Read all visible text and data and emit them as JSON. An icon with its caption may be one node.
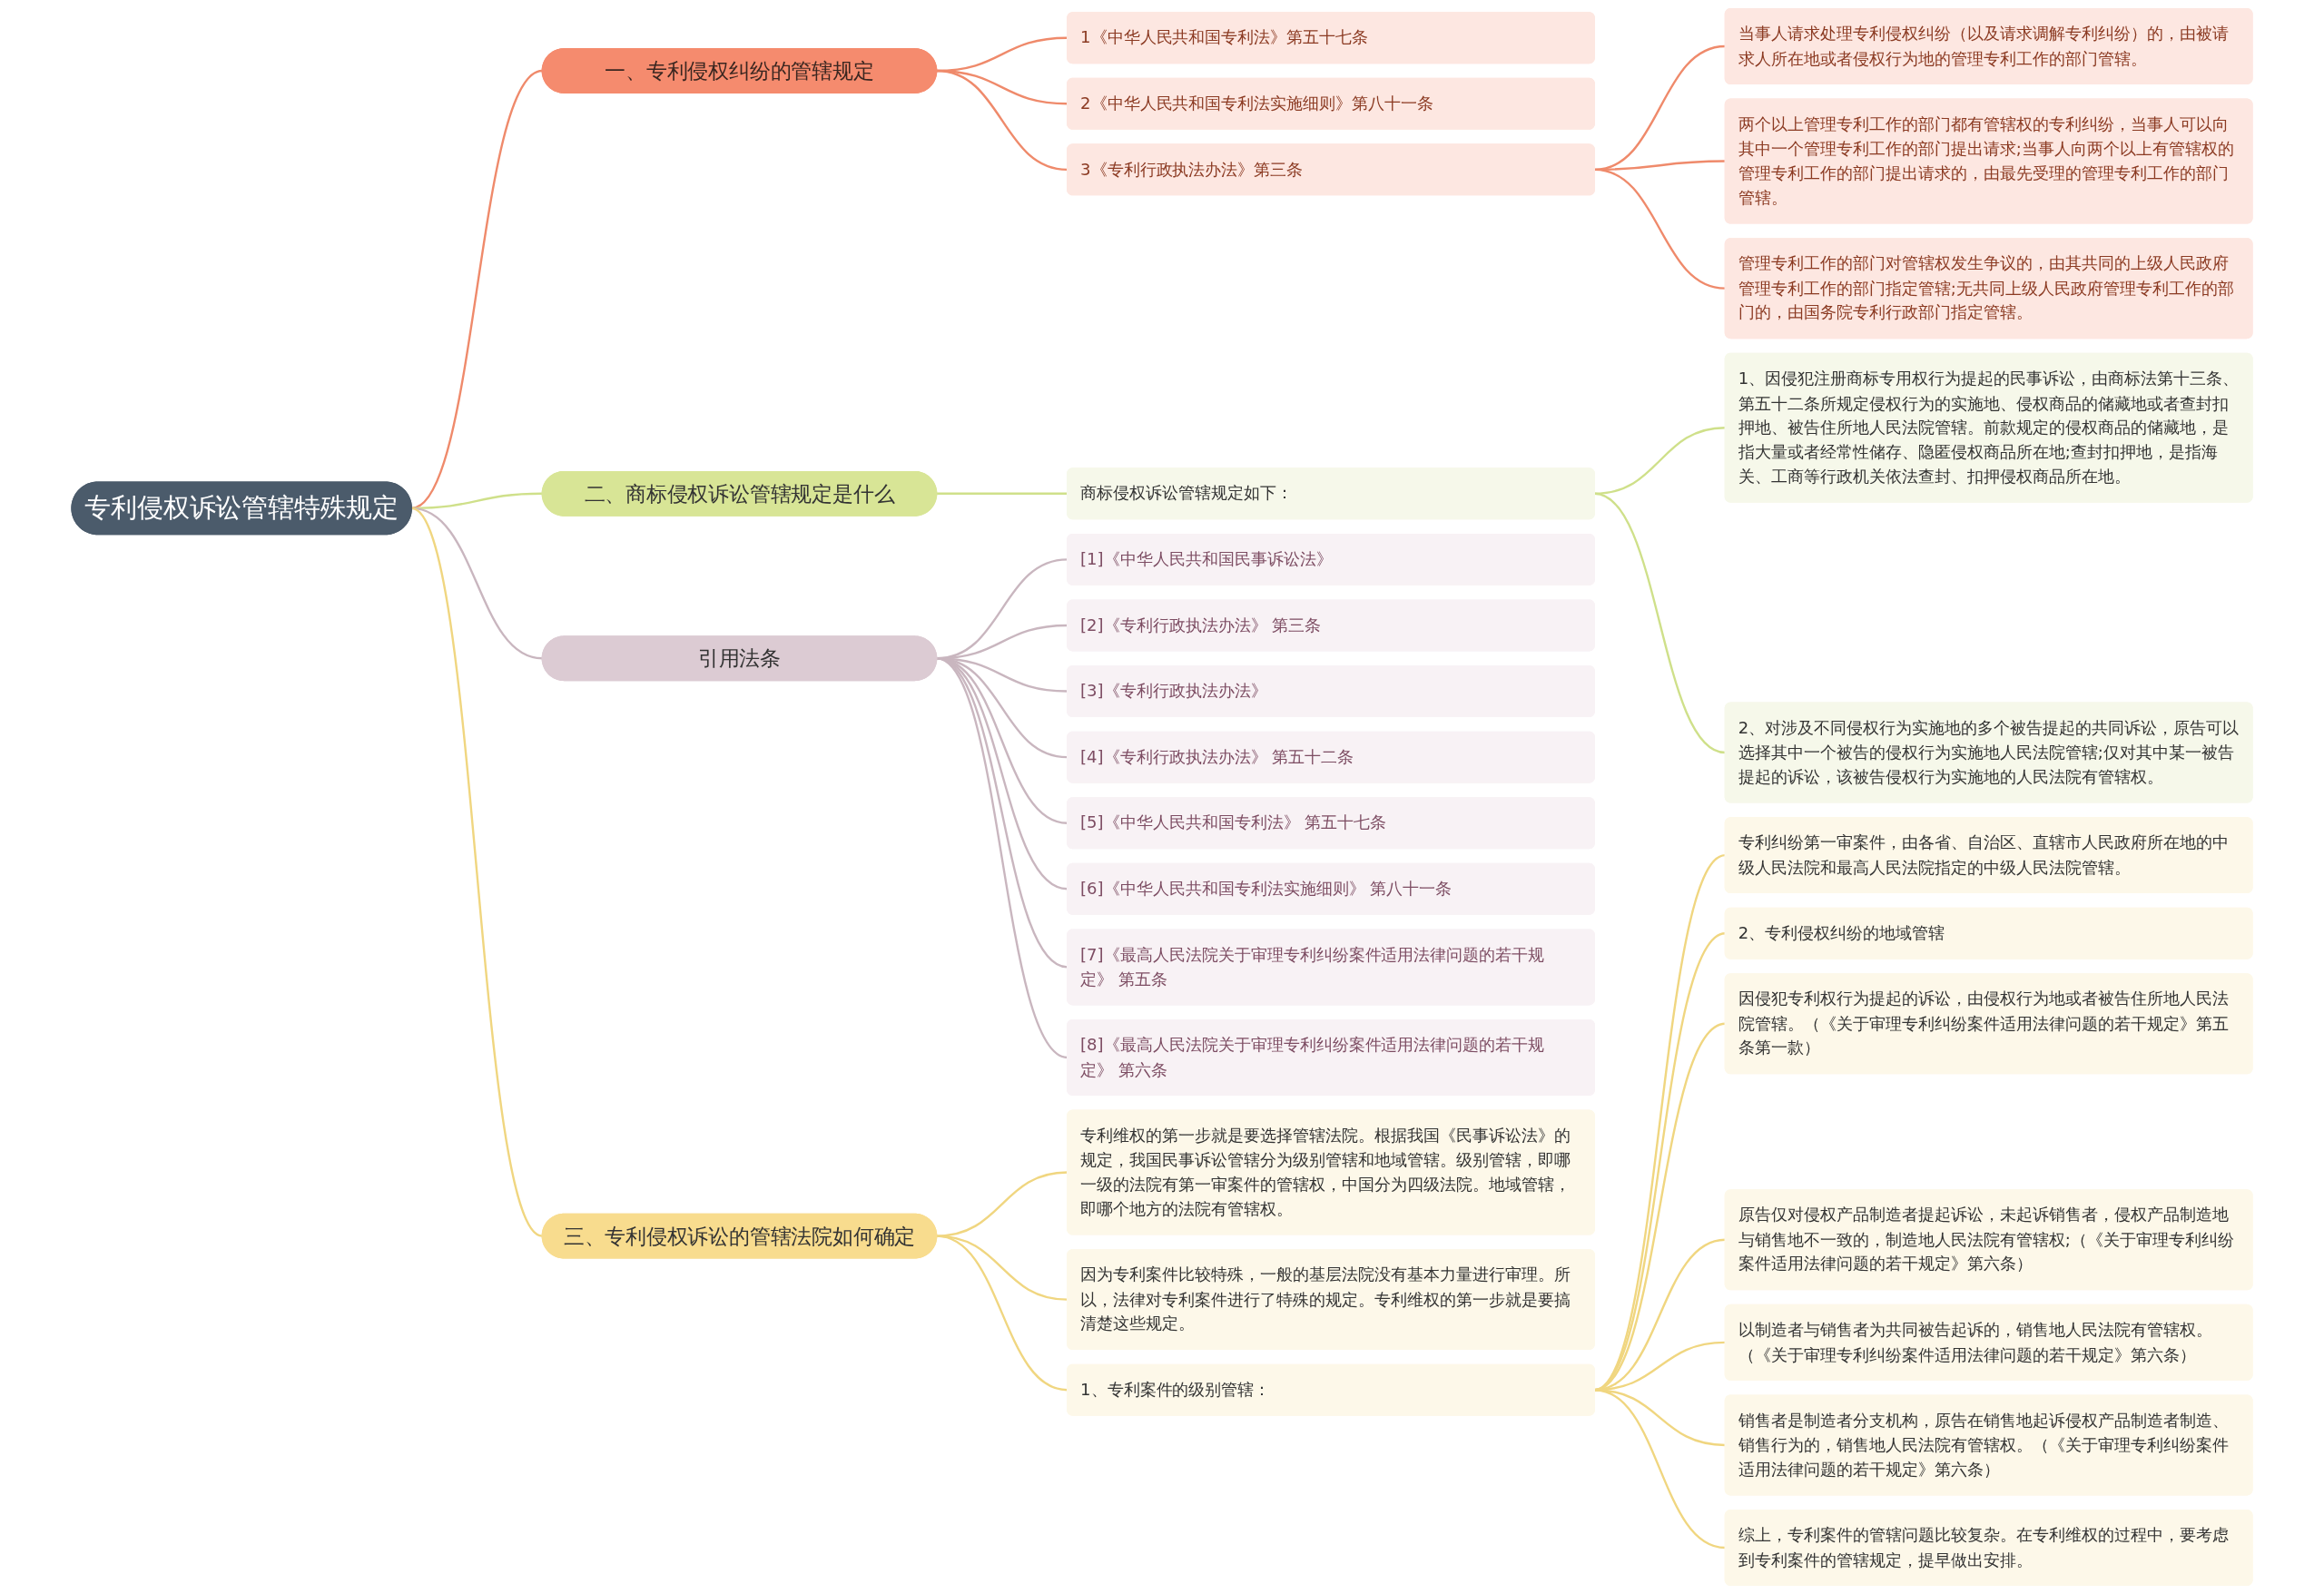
{
  "diagram": {
    "nodes": [
      {
        "text": [
          "专利侵权诉讼管辖特殊规定"
        ]
      },
      {
        "text": [
          "一、专利侵权纠纷的管辖规定"
        ]
      },
      {
        "text": [
          "1《中华人民共和国专利法》第五十七条"
        ]
      },
      {
        "text": [
          "2《中华人民共和国专利法实施细则》第八十一条"
        ]
      },
      {
        "text": [
          "3《专利行政执法办法》第三条"
        ]
      },
      {
        "text": [
          "当事人请求处理专利侵权纠纷（以及请求调解专利纠纷）的，由被请求人所在地或者侵权行为地的管理专利工作的部门管辖。"
        ]
      },
      {
        "text": [
          "两个以上管理专利工作的部门都有管辖权的专利纠纷，当事人可以向其中一个管理专利工作的部门提出请求;当事人向两个以上有管辖权的管理专利工作的部门提出请求的，由最先受理的管理专利工作的部门管辖。"
        ]
      },
      {
        "text": [
          "管理专利工作的部门对管辖权发生争议的，由其共同的上级人民政府管理专利工作的部门指定管辖;无共同上级人民政府管理专利工作的部门的，由国务院专利行政部门指定管辖。"
        ]
      },
      {
        "text": [
          "二、商标侵权诉讼管辖规定是什么"
        ]
      },
      {
        "text": [
          "商标侵权诉讼管辖规定如下："
        ]
      },
      {
        "text": [
          "1、因侵犯注册商标专用权行为提起的民事诉讼，由商标法第十三条、第五十二条所规定侵权行为的实施地、侵权商品的储藏地或者查封扣押地、被告住所地人民法院管辖。前款规定的侵权商品的储藏地，是指大量或者经常性储存、隐匿侵权商品所在地;查封扣押地，是指海关、工商等行政机关依法查封、扣押侵权商品所在地。"
        ]
      },
      {
        "text": [
          "2、对涉及不同侵权行为实施地的多个被告提起的共同诉讼，原告可以选择其中一个被告的侵权行为实施地人民法院管辖;仅对其中某一被告提起的诉讼，该被告侵权行为实施地的人民法院有管辖权。"
        ]
      },
      {
        "text": [
          "引用法条"
        ]
      },
      {
        "text": [
          "[1]《中华人民共和国民事诉讼法》"
        ]
      },
      {
        "text": [
          "[2]《专利行政执法办法》 第三条"
        ]
      },
      {
        "text": [
          "[3]《专利行政执法办法》"
        ]
      },
      {
        "text": [
          "[4]《专利行政执法办法》 第五十二条"
        ]
      },
      {
        "text": [
          "[5]《中华人民共和国专利法》 第五十七条"
        ]
      },
      {
        "text": [
          "[6]《中华人民共和国专利法实施细则》 第八十一条"
        ]
      },
      {
        "text": [
          "[7]《最高人民法院关于审理专利纠纷案件适用法律问题的若干规定》 第五条"
        ]
      },
      {
        "text": [
          "[8]《最高人民法院关于审理专利纠纷案件适用法律问题的若干规定》 第六条"
        ]
      },
      {
        "text": [
          "三、专利侵权诉讼的管辖法院如何确定"
        ]
      },
      {
        "text": [
          "专利维权的第一步就是要选择管辖法院。根据我国《民事诉讼法》的规定，我国民事诉讼管辖分为级别管辖和地域管辖。级别管辖，即哪一级的法院有第一审案件的管辖权，中国分为四级法院。地域管辖，即哪个地方的法院有管辖权。"
        ]
      },
      {
        "text": [
          "因为专利案件比较特殊，一般的基层法院没有基本力量进行审理。所以，法律对专利案件进行了特殊的规定。专利维权的第一步就是要搞清楚这些规定。"
        ]
      },
      {
        "text": [
          "1、专利案件的级别管辖："
        ]
      },
      {
        "text": [
          "专利纠纷第一审案件，由各省、自治区、直辖市人民政府所在地的中级人民法院和最高人民法院指定的中级人民法院管辖。"
        ]
      },
      {
        "text": [
          "2、专利侵权纠纷的地域管辖"
        ]
      },
      {
        "text": [
          "因侵犯专利权行为提起的诉讼，由侵权行为地或者被告住所地人民法院管辖。（《关于审理专利纠纷案件适用法律问题的若干规定》第五条第一款）"
        ]
      },
      {
        "text": [
          "原告仅对侵权产品制造者提起诉讼，未起诉销售者，侵权产品制造地与销售地不一致的，制造地人民法院有管辖权;（《关于审理专利纠纷案件适用法律问题的若干规定》第六条）"
        ]
      },
      {
        "text": [
          "以制造者与销售者为共同被告起诉的，销售地人民法院有管辖权。（《关于审理专利纠纷案件适用法律问题的若干规定》第六条）"
        ]
      },
      {
        "text": [
          "销售者是制造者分支机构，原告在销售地起诉侵权产品制造者制造、销售行为的，销售地人民法院有管辖权。（《关于审理专利纠纷案件适用法律问题的若干规定》第六条）"
        ]
      },
      {
        "text": [
          "综上，专利案件的管辖问题比较复杂。在专利维权的过程中，要考虑到专利案件的管辖规定，提早做出安排。"
        ]
      }
    ],
    "edges": [
      {
        "from": 0,
        "to": 1,
        "arrow": "none",
        "color": "#ef8a6b"
      },
      {
        "from": 1,
        "to": 2,
        "arrow": "none",
        "color": "#ef8a6b"
      },
      {
        "from": 1,
        "to": 3,
        "arrow": "none",
        "color": "#ef8a6b"
      },
      {
        "from": 1,
        "to": 4,
        "arrow": "none",
        "color": "#ef8a6b"
      },
      {
        "from": 4,
        "to": 5,
        "arrow": "none",
        "color": "#ef8a6b"
      },
      {
        "from": 4,
        "to": 6,
        "arrow": "none",
        "color": "#ef8a6b"
      },
      {
        "from": 4,
        "to": 7,
        "arrow": "none",
        "color": "#ef8a6b"
      },
      {
        "from": 0,
        "to": 8,
        "arrow": "none",
        "color": "#cfe08a"
      },
      {
        "from": 8,
        "to": 9,
        "arrow": "none",
        "color": "#cfe08a"
      },
      {
        "from": 9,
        "to": 10,
        "arrow": "none",
        "color": "#cfe08a"
      },
      {
        "from": 9,
        "to": 11,
        "arrow": "none",
        "color": "#cfe08a"
      },
      {
        "from": 0,
        "to": 12,
        "arrow": "none",
        "color": "#c9b6bf"
      },
      {
        "from": 12,
        "to": 13,
        "arrow": "none",
        "color": "#c9b6bf"
      },
      {
        "from": 12,
        "to": 14,
        "arrow": "none",
        "color": "#c9b6bf"
      },
      {
        "from": 12,
        "to": 15,
        "arrow": "none",
        "color": "#c9b6bf"
      },
      {
        "from": 12,
        "to": 16,
        "arrow": "none",
        "color": "#c9b6bf"
      },
      {
        "from": 12,
        "to": 17,
        "arrow": "none",
        "color": "#c9b6bf"
      },
      {
        "from": 12,
        "to": 18,
        "arrow": "none",
        "color": "#c9b6bf"
      },
      {
        "from": 12,
        "to": 19,
        "arrow": "none",
        "color": "#c9b6bf"
      },
      {
        "from": 12,
        "to": 20,
        "arrow": "none",
        "color": "#c9b6bf"
      },
      {
        "from": 0,
        "to": 21,
        "arrow": "none"
      },
      {
        "from": 21,
        "to": 22,
        "arrow": "none"
      },
      {
        "from": 21,
        "to": 23,
        "arrow": "none"
      },
      {
        "from": 21,
        "to": 24,
        "arrow": "none"
      },
      {
        "from": 24,
        "to": 25,
        "arrow": "none"
      },
      {
        "from": 24,
        "to": 26,
        "arrow": "none"
      },
      {
        "from": 24,
        "to": 27,
        "arrow": "none"
      },
      {
        "from": 24,
        "to": 28,
        "arrow": "none"
      },
      {
        "from": 24,
        "to": 29,
        "arrow": "none"
      },
      {
        "from": 24,
        "to": 30,
        "arrow": "none"
      },
      {
        "from": 24,
        "to": 31,
        "arrow": "none"
      }
    ]
  }
}
